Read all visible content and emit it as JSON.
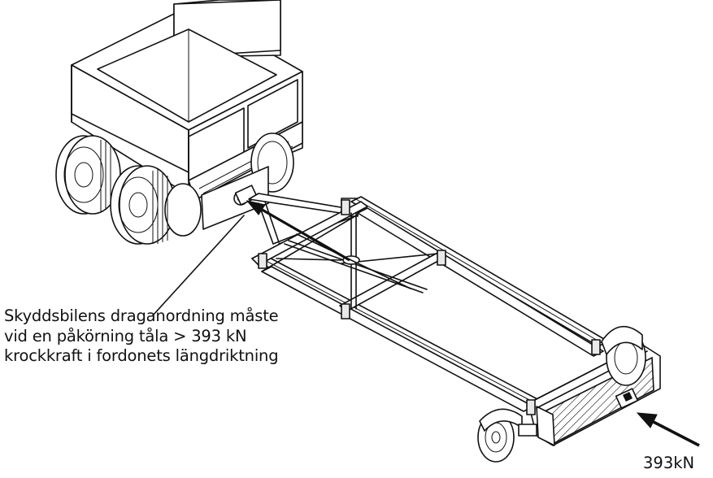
{
  "annotation": {
    "lines": [
      "Skyddsbilens draganordning måste",
      "vid en påkörning tåla > 393 kN",
      "krockkraft i fordonets längdriktning"
    ]
  },
  "force_label": "393kN",
  "colors": {
    "line": "#111111",
    "background": "#ffffff"
  }
}
